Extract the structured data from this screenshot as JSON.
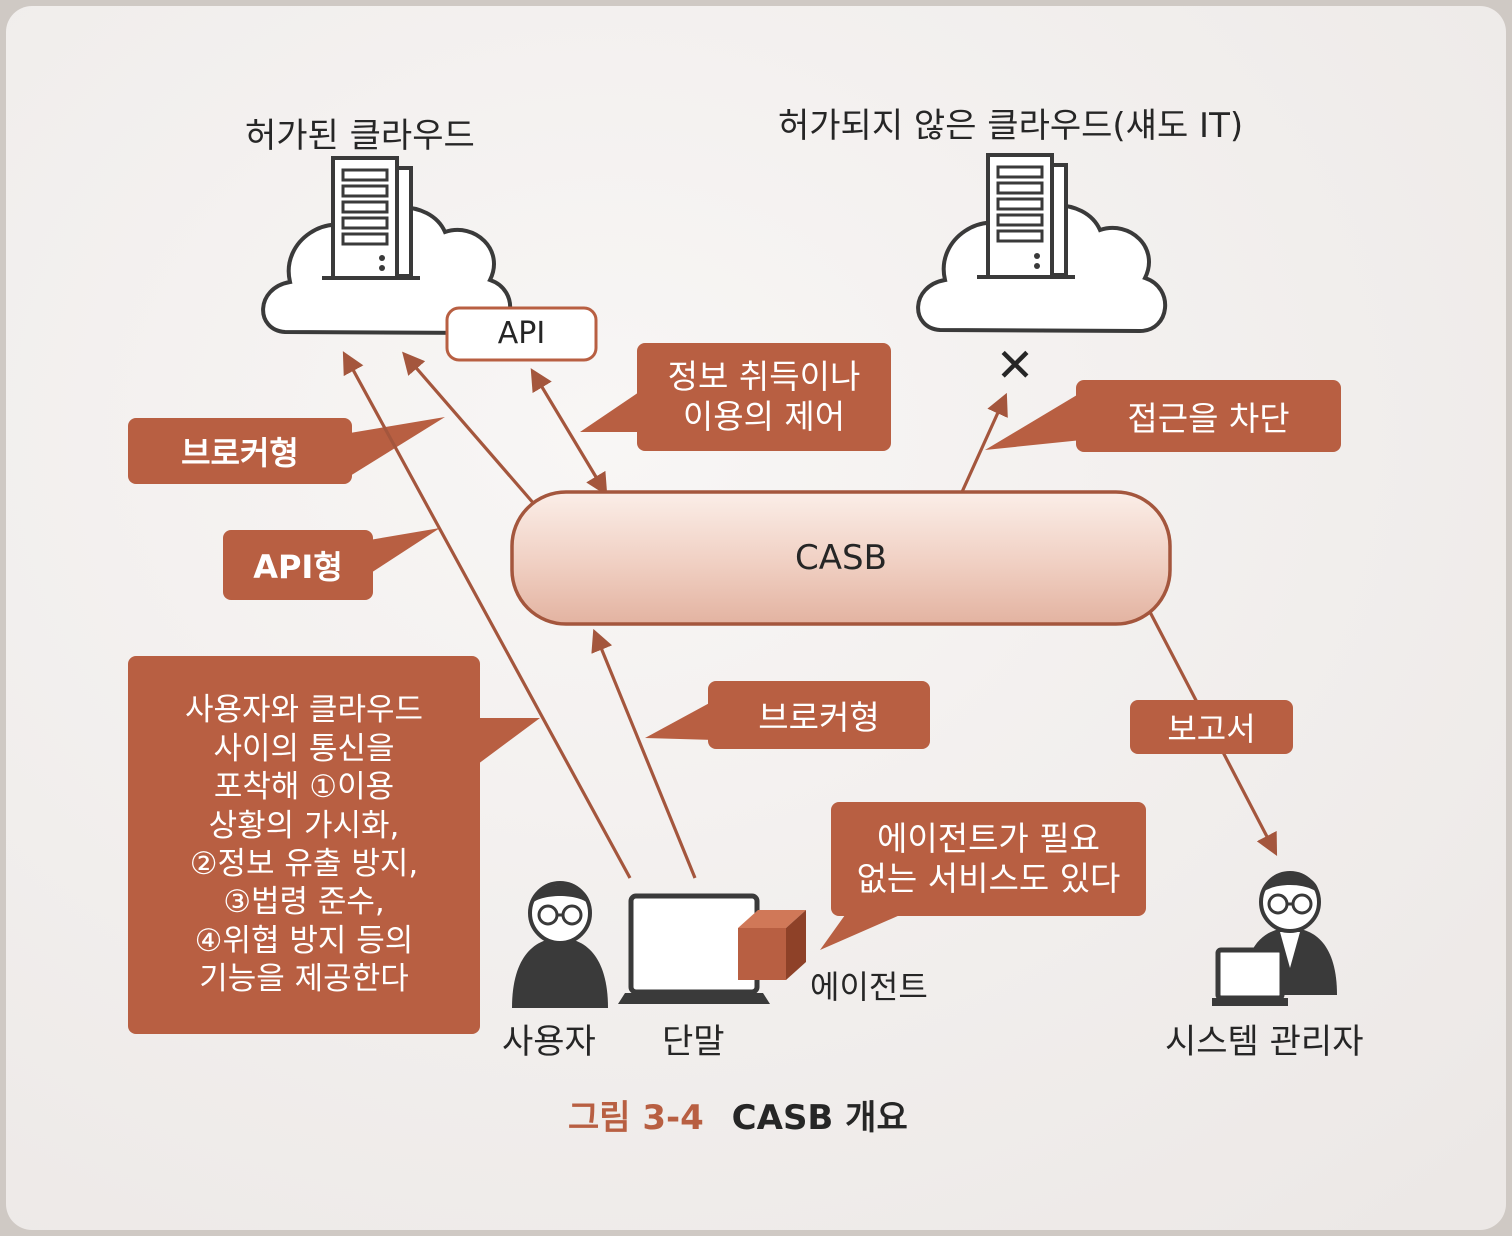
{
  "clouds": {
    "sanctioned": "허가된 클라우드",
    "unsanctioned": "허가되지 않은 클라우드(섀도 IT)",
    "api_label": "API",
    "blocked_mark": "✕"
  },
  "casb": {
    "label": "CASB"
  },
  "callouts": {
    "broker_left": "브로커형",
    "api_type": "API형",
    "info_control": "정보 취득이나\n이용의 제어",
    "block_access": "접근을 차단",
    "broker_center": "브로커형",
    "report": "보고서",
    "agent_optional": "에이전트가 필요\n없는 서비스도 있다",
    "functions": "사용자와 클라우드\n사이의 통신을\n포착해 ①이용\n상황의 가시화,\n②정보 유출 방지,\n③법령 준수,\n④위협 방지 등의\n기능을 제공한다"
  },
  "actors": {
    "user": "사용자",
    "terminal": "단말",
    "agent": "에이전트",
    "admin": "시스템 관리자"
  },
  "caption": {
    "number": "그림 3-4",
    "title": "CASB 개요"
  },
  "colors": {
    "accent": "#b85f42",
    "arrow": "#a4563d",
    "card": "#f4f0ef",
    "text": "#262626"
  }
}
